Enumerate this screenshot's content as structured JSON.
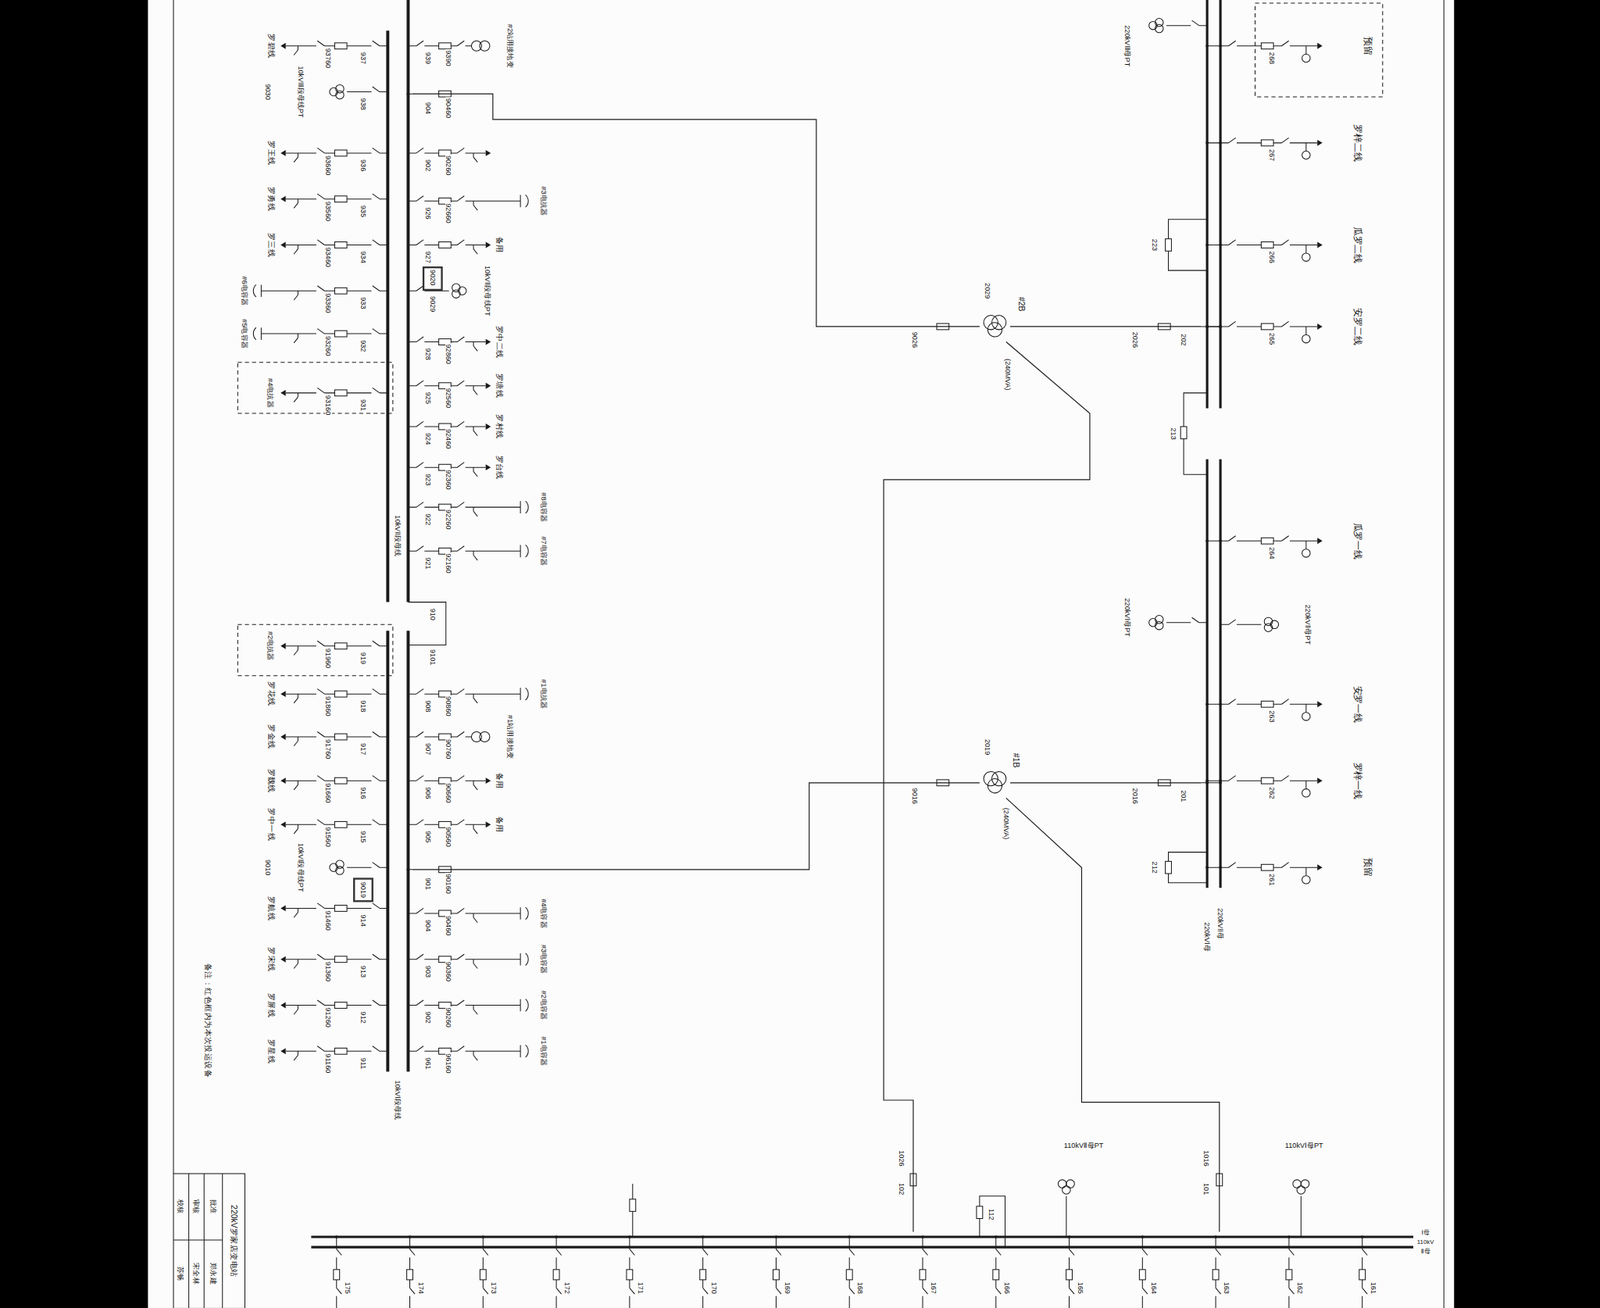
{
  "diagram": {
    "nodes": [
      {
        "text": [
          "#2B",
          "(240MVA)"
        ]
      },
      {
        "text": [
          "#1B",
          "(240MVA)"
        ]
      },
      {
        "text": [
          "220kVⅡ母",
          "220kVⅠ母"
        ]
      },
      {
        "text": [
          "10kVⅡ段母线"
        ]
      },
      {
        "text": [
          "10kVⅠ段母线"
        ]
      },
      {
        "text": [
          "Ⅰ母",
          "110kV",
          "Ⅱ母"
        ]
      }
    ],
    "edges": [
      {
        "from": 0,
        "to": 2,
        "arrow": "none"
      },
      {
        "from": 1,
        "to": 2,
        "arrow": "none"
      },
      {
        "from": 0,
        "to": 3,
        "arrow": "none"
      },
      {
        "from": 1,
        "to": 4,
        "arrow": "none"
      },
      {
        "from": 0,
        "to": 5,
        "arrow": "none"
      },
      {
        "from": 1,
        "to": 5,
        "arrow": "none"
      }
    ],
    "labels": [
      "罗碧线",
      "937",
      "93760",
      "10kVⅢ段母线PT",
      "9030",
      "938",
      "罗王线",
      "936",
      "93660",
      "罗勇线",
      "935",
      "93560",
      "罗三线",
      "934",
      "93460",
      "#6电容器",
      "933",
      "93360",
      "#5电容器",
      "932",
      "93260",
      "#4电抗器",
      "931",
      "93160",
      "#2站用接地变",
      "939",
      "9390",
      "904",
      "90460",
      "902",
      "90260",
      "926",
      "92660",
      "#3电抗器",
      "927",
      "备用",
      "9020",
      "10kVⅡ段母线PT",
      "9029",
      "928",
      "92860",
      "罗中二线",
      "925",
      "92560",
      "罗塘线",
      "924",
      "92460",
      "罗村线",
      "923",
      "92360",
      "罗台线",
      "922",
      "92260",
      "#8电容器",
      "921",
      "92160",
      "#7电容器",
      "910",
      "#2电抗器",
      "919",
      "91960",
      "罗花线",
      "918",
      "91860",
      "罗金线",
      "917",
      "91760",
      "罗魏线",
      "916",
      "91660",
      "罗中一线",
      "915",
      "91560",
      "10kVⅠ段母线PT",
      "9010",
      "9019",
      "罗航线",
      "914",
      "91460",
      "罗宋线",
      "913",
      "91360",
      "罗屏线",
      "912",
      "91260",
      "罗星线",
      "911",
      "91160",
      "9101",
      "908",
      "90860",
      "#1电抗器",
      "907",
      "90760",
      "#1站用接地变",
      "906",
      "90660",
      "备用",
      "905",
      "90560",
      "备用",
      "901",
      "90160",
      "904",
      "90460",
      "#4电容器",
      "903",
      "90360",
      "#3电容器",
      "902",
      "90260",
      "#2电容器",
      "961",
      "96160",
      "#1电容器",
      "备注：红色框内为本次投运设备",
      "9026",
      "2029",
      "9016",
      "2019",
      "2026",
      "202",
      "2016",
      "201",
      "220kVⅢ母PT",
      "220kVⅠ母PT",
      "220kVⅡ母PT",
      "预留",
      "罗梓二线",
      "瓜罗二线",
      "安罗二线",
      "瓜罗一线",
      "安罗一线",
      "罗梓一线",
      "预留",
      "268",
      "267",
      "266",
      "265",
      "264",
      "263",
      "262",
      "261",
      "213",
      "223",
      "212",
      "110kVⅡ母PT",
      "110kVⅠ母PT",
      "1016",
      "101",
      "1026",
      "102",
      "112",
      "161",
      "162",
      "163",
      "164",
      "165",
      "166",
      "167",
      "168",
      "169",
      "170",
      "171",
      "172",
      "173",
      "174",
      "175",
      "220kV罗家店变电站",
      "批准",
      "郑永建",
      "审核",
      "宋全林",
      "校核",
      "苏畅"
    ]
  }
}
